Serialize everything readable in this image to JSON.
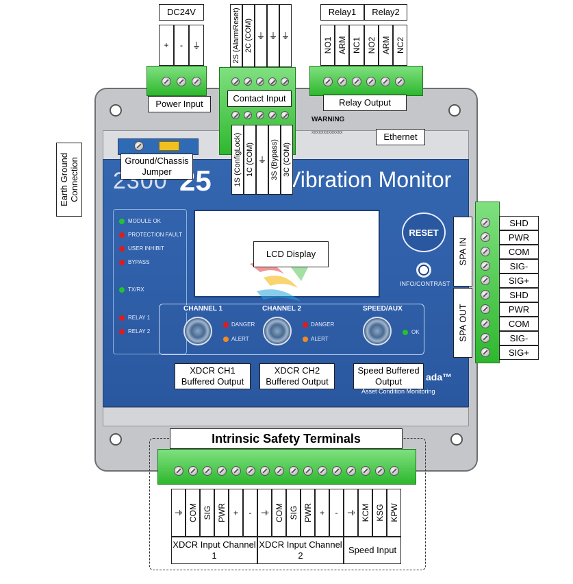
{
  "power": {
    "header": "DC24V",
    "pins": [
      "+",
      "-",
      "⏚"
    ],
    "label": "Power Input"
  },
  "contact": {
    "top_pins": [
      "2S (AlarmReset)",
      "2C (COM)",
      "⏚",
      "⏚",
      "⏚"
    ],
    "bottom_pins": [
      "1S (ConfigLock)",
      "1C (COM)",
      "⏚",
      "3S (Bypass)",
      "3C (COM)"
    ],
    "label": "Contact Input"
  },
  "relay": {
    "groups": [
      "Relay1",
      "Relay2"
    ],
    "pins": [
      "NO1",
      "ARM",
      "NC1",
      "NO2",
      "ARM",
      "NC2"
    ],
    "label": "Relay Output"
  },
  "ethernet": "Ethernet",
  "warning": "WARNING",
  "warning_sub": "xxxxxxxxxxxxx",
  "ground_jumper": "Ground/Chassis Jumper",
  "earth_ground": "Earth Ground Connection",
  "product": {
    "model_prefix": "2300",
    "model": "25",
    "name": "Vibration Monitor",
    "brand": "ada™",
    "brand_sub": "Asset Condition Monitoring"
  },
  "leds": [
    {
      "label": "MODULE OK",
      "color": "#22c32e"
    },
    {
      "label": "PROTECTION FAULT",
      "color": "#e01b1b"
    },
    {
      "label": "USER INHIBIT",
      "color": "#e01b1b"
    },
    {
      "label": "BYPASS",
      "color": "#e01b1b"
    },
    {
      "label": "TX/RX",
      "color": "#22c32e"
    },
    {
      "label": "RELAY 1",
      "color": "#e01b1b"
    },
    {
      "label": "RELAY 2",
      "color": "#e01b1b"
    }
  ],
  "lcd": "LCD Display",
  "reset": "RESET",
  "info_contrast": "INFO/CONTRAST",
  "channels": {
    "ch1": "CHANNEL 1",
    "ch2": "CHANNEL 2",
    "speed": "SPEED/AUX",
    "danger": "DANGER",
    "alert": "ALERT",
    "ok": "OK"
  },
  "buffered": {
    "ch1": "XDCR CH1 Buffered Output",
    "ch2": "XDCR CH2 Buffered Output",
    "speed": "Speed Buffered Output"
  },
  "spa": {
    "in": "SPA IN",
    "out": "SPA OUT",
    "pins": [
      "SHD",
      "PWR",
      "COM",
      "SIG-",
      "SIG+",
      "SHD",
      "PWR",
      "COM",
      "SIG-",
      "SIG+"
    ]
  },
  "intrinsic": {
    "title": "Intrinsic Safety Terminals",
    "pins": [
      "⏚",
      "COM",
      "SIG",
      "PWR",
      "+",
      "-",
      "⏚",
      "COM",
      "SIG",
      "PWR",
      "+",
      "-",
      "⏚",
      "KCM",
      "KSG",
      "KPW"
    ],
    "groups": [
      "XDCR Input Channel 1",
      "XDCR Input Channel 2",
      "Speed Input"
    ]
  },
  "colors": {
    "panel": "#2e5ea8",
    "terminal": "#3cc23c",
    "chassis": "#b9bcc0"
  }
}
